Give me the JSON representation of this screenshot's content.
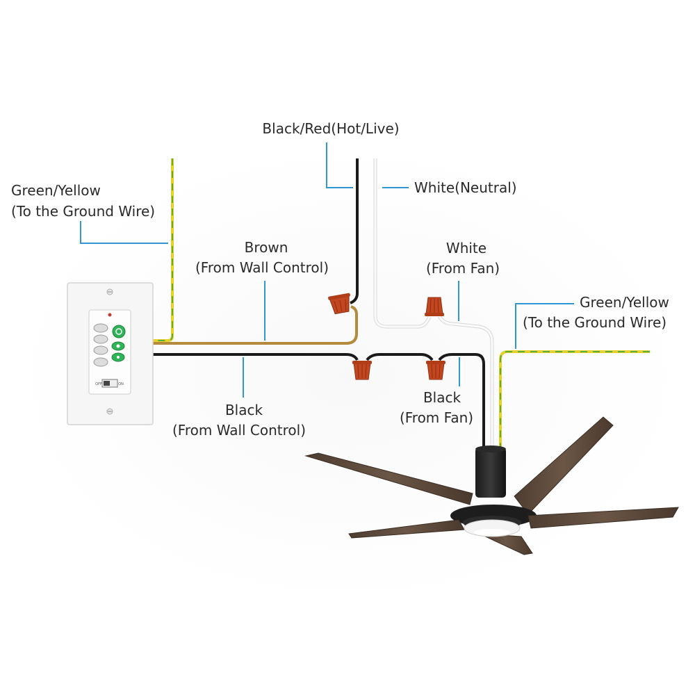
{
  "labels": {
    "hot_live": "Black/Red(Hot/Live)",
    "neutral": "White(Neutral)",
    "ground_left_line1": "Green/Yellow",
    "ground_left_line2": "(To the Ground Wire)",
    "brown_line1": "Brown",
    "brown_line2": "(From Wall Control)",
    "white_fan_line1": "White",
    "white_fan_line2": "(From Fan)",
    "ground_right_line1": "Green/Yellow",
    "ground_right_line2": "(To the Ground Wire)",
    "black_wall_line1": "Black",
    "black_wall_line2": "(From Wall Control)",
    "black_fan_line1": "Black",
    "black_fan_line2": "(From Fan)"
  },
  "wall_control": {
    "switch_off": "OFF",
    "switch_on": "ON"
  },
  "colors": {
    "black_wire": "#1a1a1a",
    "white_wire": "#f2f2f2",
    "brown_wire": "#b48a3c",
    "green_wire": "#5cae3a",
    "yellow_wire": "#e6d02a",
    "wire_nut": "#c2461f",
    "leader": "#2f97d6",
    "button_green": "#2fb457",
    "blade_wood": "#5e4a3b"
  }
}
